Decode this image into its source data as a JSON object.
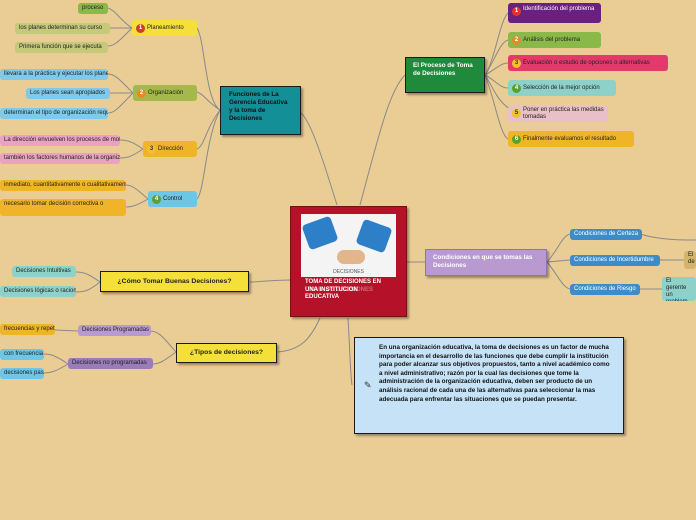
{
  "central": {
    "title": "TOMA DE DECISIONES EN UNA INSTITUCION EDUCATIVA",
    "ghost_title": "TOMA DE DECISIONES",
    "image_text": "DECISIONES"
  },
  "funciones": {
    "title": "Funciones de La Gerencia Educativa y la toma de Decisiones",
    "planeamiento": {
      "num": "1",
      "label": "Planeamiento",
      "items": [
        "proceso",
        "los planes determinan su curso",
        "Primera función que se ejecuta"
      ]
    },
    "organizacion": {
      "num": "2",
      "label": "Organización",
      "items": [
        "llevara a la práctica y ejecutar los planes",
        "Los planes sean apropiados",
        "determinan el tipo de organización requerido"
      ]
    },
    "direccion": {
      "num": "3",
      "label": "Dirección",
      "items": [
        "La dirección envuelven los procesos de motivación",
        "también los factores humanos de la organización"
      ]
    },
    "control": {
      "num": "4",
      "label": "Control",
      "items": [
        "inmediato, cuantitativamente o cualitativamente",
        "necesario tomar decisión correctiva o"
      ]
    }
  },
  "proceso": {
    "title": "El Proceso de Toma de Decisiones",
    "steps": [
      {
        "num": "1",
        "label": "Identificación del problema",
        "color": "#6a2080"
      },
      {
        "num": "2",
        "label": "Análisis del problema",
        "color": "#8ab94a"
      },
      {
        "num": "3",
        "label": "Evaluación o estudio de opciones o alternativas",
        "color": "#e43a6b"
      },
      {
        "num": "4",
        "label": "Selección de la mejor opción",
        "color": "#8ed1c9"
      },
      {
        "num": "5",
        "label": "Poner en práctica las medidas tomadas",
        "color": "#e9bfc8"
      },
      {
        "num": "6",
        "label": "Finalmente evaluamos el resultado",
        "color": "#f0b428"
      }
    ]
  },
  "condiciones": {
    "title": "Condiciones en que se tomas las Decisiones",
    "items": [
      "Condiciones de Certeza",
      "Condiciones de Incertidumbre",
      "Condiciones de Riesgo"
    ],
    "incertidumbre_note": "El de",
    "riesgo_note": "El gerente un problem hechos, ide"
  },
  "como": {
    "title": "¿Cómo Tomar Buenas Decisiones?",
    "items": [
      "Decisiones Intuitivas",
      "Decisiones lógicas o racionales"
    ]
  },
  "tipos": {
    "title": "¿Tipos de decisiones?",
    "programadas": {
      "label": "Decisiones Programadas",
      "items": [
        "frecuencias y repetitivas"
      ]
    },
    "no_programadas": {
      "label": "Decisiones no programadas",
      "items": [
        "con frecuencia",
        "decisiones pasadas"
      ]
    }
  },
  "note": {
    "text": "En una organización educativa, la toma de decisiones es un factor de mucha importancia en el desarrollo de las funciones que debe cumplir la institución para poder alcanzar sus objetivos propuestos, tanto a nivel académico como a nivel administrativo; razón por la cual las decisiones que tome la administración de la organización educativa, deben ser producto de un análisis racional de cada una de las alternativas para seleccionar la mas adecuada para enfrentar las situaciones que se puedan presentar."
  }
}
